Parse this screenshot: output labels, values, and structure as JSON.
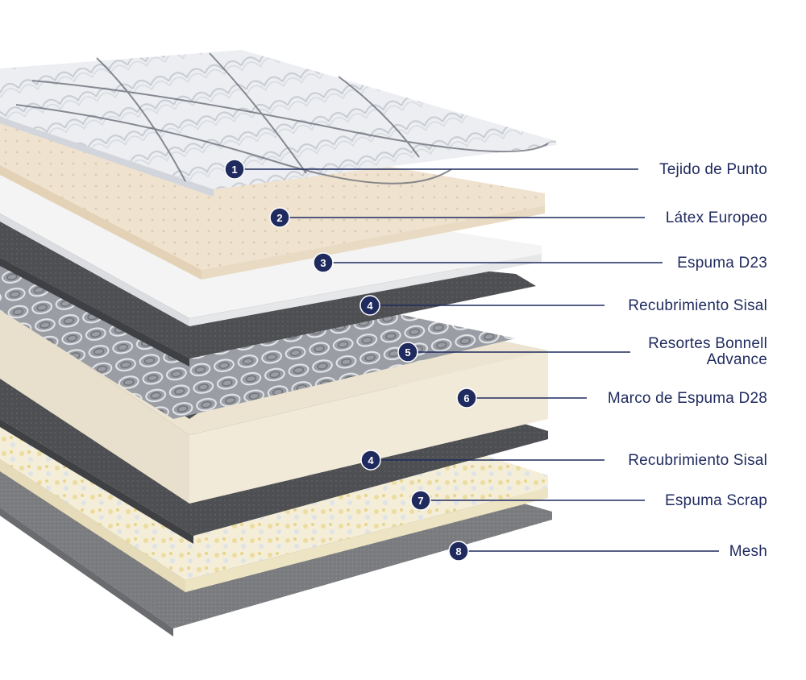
{
  "colors": {
    "accent": "#1f2a5e",
    "badge_fill": "#1f2a5e",
    "badge_text": "#ffffff",
    "leader_line": "#1f2a5e"
  },
  "layers": [
    {
      "number": "1",
      "name": "Tejido de Punto"
    },
    {
      "number": "2",
      "name": "Látex Europeo"
    },
    {
      "number": "3",
      "name": "Espuma D23"
    },
    {
      "number": "4",
      "name": "Recubrimiento Sisal"
    },
    {
      "number": "5",
      "name_line1": "Resortes Bonnell",
      "name_line2": "Advance"
    },
    {
      "number": "6",
      "name": "Marco de Espuma D28"
    },
    {
      "number": "4",
      "name": "Recubrimiento Sisal"
    },
    {
      "number": "7",
      "name": "Espuma Scrap"
    },
    {
      "number": "8",
      "name": "Mesh"
    }
  ]
}
